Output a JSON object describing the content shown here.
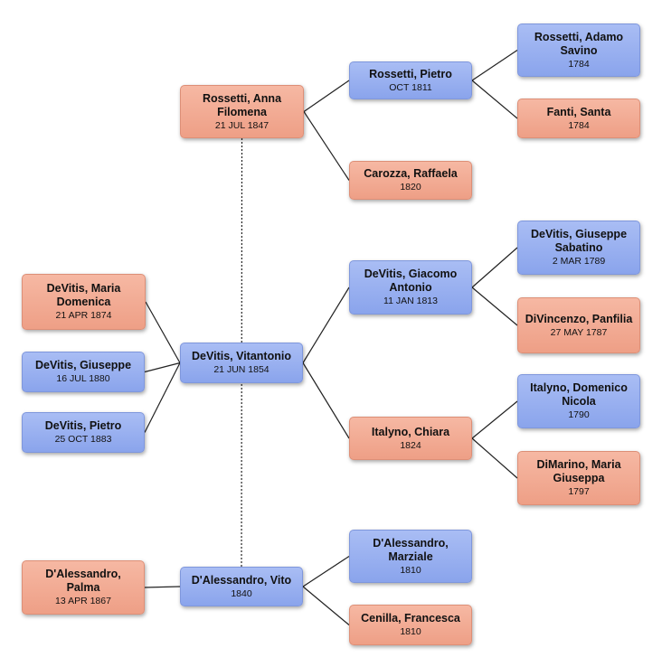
{
  "colors": {
    "male": "#8aa4ec",
    "female": "#ee9f86",
    "line": "#222222"
  },
  "people": [
    {
      "id": "anna",
      "name": "Rossetti, Anna Filomena",
      "date": "21 JUL 1847",
      "sex": "female"
    },
    {
      "id": "pietro_r",
      "name": "Rossetti, Pietro",
      "date": "OCT 1811",
      "sex": "male"
    },
    {
      "id": "adamo",
      "name": "Rossetti, Adamo Savino",
      "date": "1784",
      "sex": "male"
    },
    {
      "id": "santa",
      "name": "Fanti, Santa",
      "date": "1784",
      "sex": "female"
    },
    {
      "id": "raffaela",
      "name": "Carozza, Raffaela",
      "date": "1820",
      "sex": "female"
    },
    {
      "id": "maria_d",
      "name": "DeVitis, Maria Domenica",
      "date": "21 APR 1874",
      "sex": "female"
    },
    {
      "id": "giuseppe_d",
      "name": "DeVitis, Giuseppe",
      "date": "16 JUL 1880",
      "sex": "male"
    },
    {
      "id": "pietro_d",
      "name": "DeVitis, Pietro",
      "date": "25 OCT 1883",
      "sex": "male"
    },
    {
      "id": "vitantonio",
      "name": "DeVitis, Vitantonio",
      "date": "21 JUN 1854",
      "sex": "male"
    },
    {
      "id": "giacomo",
      "name": "DeVitis, Giacomo Antonio",
      "date": "11 JAN 1813",
      "sex": "male"
    },
    {
      "id": "giuseppe_s",
      "name": "DeVitis, Giuseppe Sabatino",
      "date": "2 MAR 1789",
      "sex": "male"
    },
    {
      "id": "panfilia",
      "name": "DiVincenzo, Panfilia",
      "date": "27 MAY 1787",
      "sex": "female"
    },
    {
      "id": "chiara",
      "name": "Italyno, Chiara",
      "date": "1824",
      "sex": "female"
    },
    {
      "id": "domenico",
      "name": "Italyno, Domenico Nicola",
      "date": "1790",
      "sex": "male"
    },
    {
      "id": "maria_g",
      "name": "DiMarino, Maria Giuseppa",
      "date": "1797",
      "sex": "female"
    },
    {
      "id": "palma",
      "name": "D'Alessandro, Palma",
      "date": "13 APR 1867",
      "sex": "female"
    },
    {
      "id": "vito",
      "name": "D'Alessandro, Vito",
      "date": "1840",
      "sex": "male"
    },
    {
      "id": "marziale",
      "name": "D'Alessandro, Marziale",
      "date": "1810",
      "sex": "male"
    },
    {
      "id": "francesca",
      "name": "Cenilla, Francesca",
      "date": "1810",
      "sex": "female"
    }
  ],
  "links": [
    {
      "from": "anna",
      "to": "pietro_r",
      "kind": "parent"
    },
    {
      "from": "anna",
      "to": "raffaela",
      "kind": "parent"
    },
    {
      "from": "pietro_r",
      "to": "adamo",
      "kind": "parent"
    },
    {
      "from": "pietro_r",
      "to": "santa",
      "kind": "parent"
    },
    {
      "from": "vitantonio",
      "to": "giacomo",
      "kind": "parent"
    },
    {
      "from": "vitantonio",
      "to": "chiara",
      "kind": "parent"
    },
    {
      "from": "giacomo",
      "to": "giuseppe_s",
      "kind": "parent"
    },
    {
      "from": "giacomo",
      "to": "panfilia",
      "kind": "parent"
    },
    {
      "from": "chiara",
      "to": "domenico",
      "kind": "parent"
    },
    {
      "from": "chiara",
      "to": "maria_g",
      "kind": "parent"
    },
    {
      "from": "vito",
      "to": "marziale",
      "kind": "parent"
    },
    {
      "from": "vito",
      "to": "francesca",
      "kind": "parent"
    },
    {
      "from": "maria_d",
      "to": "vitantonio",
      "kind": "child"
    },
    {
      "from": "giuseppe_d",
      "to": "vitantonio",
      "kind": "child"
    },
    {
      "from": "pietro_d",
      "to": "vitantonio",
      "kind": "child"
    },
    {
      "from": "palma",
      "to": "vito",
      "kind": "child"
    },
    {
      "from": "anna",
      "to": "vito",
      "kind": "spouse"
    }
  ]
}
